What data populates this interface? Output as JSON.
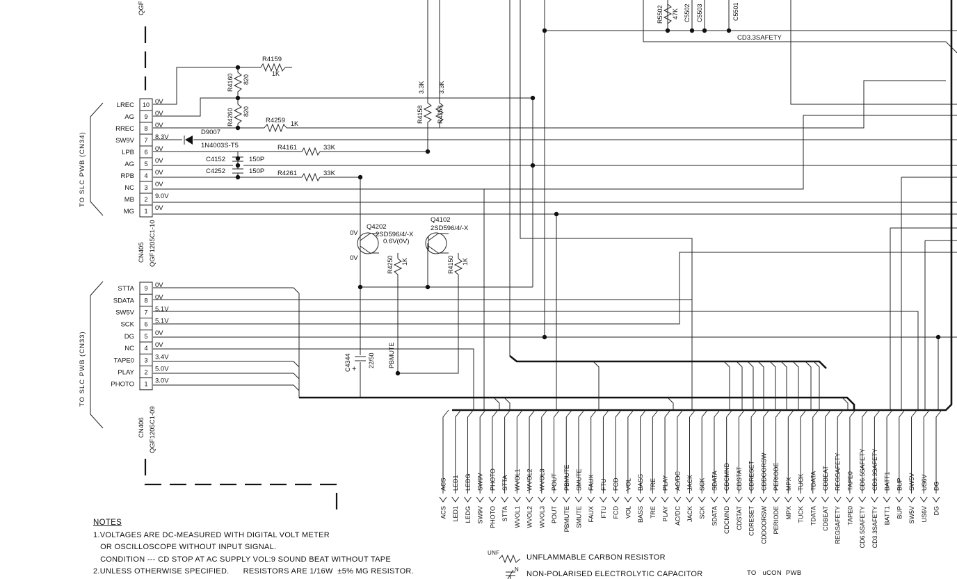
{
  "cn34": {
    "side_label": "TO SLC PWB (CN34)",
    "ref": "CN405",
    "part": "QGF1205C1-10",
    "pins": [
      {
        "num": "10",
        "sig": "LREC",
        "volt": "0V"
      },
      {
        "num": "9",
        "sig": "AG",
        "volt": "0V"
      },
      {
        "num": "8",
        "sig": "RREC",
        "volt": "0V"
      },
      {
        "num": "7",
        "sig": "SW9V",
        "volt": "8.3V"
      },
      {
        "num": "6",
        "sig": "LPB",
        "volt": "0V"
      },
      {
        "num": "5",
        "sig": "AG",
        "volt": "0V"
      },
      {
        "num": "4",
        "sig": "RPB",
        "volt": "0V"
      },
      {
        "num": "3",
        "sig": "NC",
        "volt": "0V"
      },
      {
        "num": "2",
        "sig": "MB",
        "volt": "9.0V"
      },
      {
        "num": "1",
        "sig": "MG",
        "volt": "0V"
      }
    ]
  },
  "cn33": {
    "side_label": "TO SLC PWB (CN33)",
    "ref": "CN406",
    "part": "QGF1205C1-09",
    "pins": [
      {
        "num": "9",
        "sig": "STTA",
        "volt": "0V"
      },
      {
        "num": "8",
        "sig": "SDATA",
        "volt": "0V"
      },
      {
        "num": "7",
        "sig": "SW5V",
        "volt": "5.1V"
      },
      {
        "num": "6",
        "sig": "SCK",
        "volt": "5.1V"
      },
      {
        "num": "5",
        "sig": "DG",
        "volt": "0V"
      },
      {
        "num": "4",
        "sig": "NC",
        "volt": "0V"
      },
      {
        "num": "3",
        "sig": "TAPE0",
        "volt": "3.4V"
      },
      {
        "num": "2",
        "sig": "PLAY",
        "volt": "5.0V"
      },
      {
        "num": "1",
        "sig": "PHOTO",
        "volt": "3.0V"
      }
    ]
  },
  "top_left_part": "QGF",
  "components": {
    "r4159": {
      "ref": "R4159",
      "val": "1K"
    },
    "r4160": {
      "ref": "R4160",
      "val": "820"
    },
    "r4260": {
      "ref": "R4260",
      "val": "820"
    },
    "r4259": {
      "ref": "R4259",
      "val": "1K"
    },
    "d9007": {
      "ref": "D9007",
      "val": "1N4003S-T5"
    },
    "r4161": {
      "ref": "R4161",
      "val": "33K"
    },
    "r4261": {
      "ref": "R4261",
      "val": "33K"
    },
    "c4152": {
      "ref": "C4152",
      "val": "150P"
    },
    "c4252": {
      "ref": "C4252",
      "val": "150P"
    },
    "r4158": {
      "ref": "R4158",
      "val": "3.3K"
    },
    "r4258": {
      "ref": "R4258",
      "val": "3.3K"
    },
    "q4202": {
      "ref": "Q4202",
      "val": "2SD596/4/-X",
      "v1": "0V",
      "v2": "0.6V(0V)",
      "v3": "0V"
    },
    "q4102": {
      "ref": "Q4102",
      "val": "2SD596/4/-X"
    },
    "r4250": {
      "ref": "R4250",
      "val": "1K"
    },
    "r4150": {
      "ref": "R4150",
      "val": "1K"
    },
    "c4344": {
      "ref": "C4344",
      "val": "22/50"
    },
    "r5502": {
      "ref": "R5502",
      "val": "47K"
    },
    "c5502": {
      "ref": "C5502"
    },
    "c5503": {
      "ref": "C5503"
    },
    "c5501": {
      "ref": "C5501"
    }
  },
  "net_labels": {
    "cd33safety": "CD3.3SAFETY",
    "pbmute": "PBMUTE"
  },
  "bus_upper": [
    "ACS",
    "LED1",
    "LEDG",
    "SW9V",
    "PHOTO",
    "STTA",
    "WVOL1",
    "WVOL2",
    "WVOL3",
    "POUT",
    "PBMUTE",
    "SMUTE",
    "FAUX",
    "FTU",
    "FCD",
    "VOL",
    "BASS",
    "TRE",
    "PLAY",
    "AC/DC",
    "JACK",
    "SCK",
    "SDATA",
    "CDCMND",
    "CDSTAT",
    "CDRESET",
    "CDDOORSW",
    "PERIODE",
    "MPX",
    "TUCK",
    "TDATA",
    "CDBEAT",
    "REGSAFETY",
    "TAPE0",
    "CD6.5SAFETY",
    "CD3.3SAFETY",
    "BATT1",
    "BUP",
    "SW5V",
    "US6V",
    "DG"
  ],
  "bus_lower": [
    "ACS",
    "LED1",
    "LEDG",
    "SW9V",
    "PHOTO",
    "STTA",
    "WVOL1",
    "WVOL2",
    "WVOL3",
    "POUT",
    "PBMUTE",
    "SMUTE",
    "FAUX",
    "FTU",
    "FCD",
    "VOL",
    "BASS",
    "TRE",
    "PLAY",
    "AC/DC",
    "JACK",
    "SCK",
    "SDATA",
    "CDCMND",
    "CDSTAT",
    "CDRESET",
    "CDDOORSW",
    "PERIODE",
    "MPX",
    "TUCK",
    "TDATA",
    "CDBEAT",
    "REGSAFETY",
    "TAPE0",
    "CD6.5SAFETY",
    "CD3.3SAFETY",
    "BATT1",
    "BUP",
    "SW5V",
    "US6V",
    "DG"
  ],
  "notes": {
    "heading": "NOTES",
    "lines": [
      "1.VOLTAGES ARE DC-MEASURED WITH DIGITAL VOLT METER",
      "   OR OSCILLOSCOPE WITHOUT INPUT SIGNAL.",
      "   CONDITION --- CD STOP AT AC SUPPLY VOL:9 SOUND BEAT WITHOUT TAPE",
      "2.UNLESS OTHERWISE SPECIFIED.      RESISTORS ARE 1/16W  ±5% MG RESISTOR."
    ]
  },
  "legend": {
    "unf_tag": "UNF",
    "unf_text": "UNFLAMMABLE CARBON RESISTOR",
    "np_tag": "N",
    "np_text": "NON-POLARISED ELECTROLYTIC CAPACITOR",
    "to_label": "TO   uCON  PWB"
  }
}
